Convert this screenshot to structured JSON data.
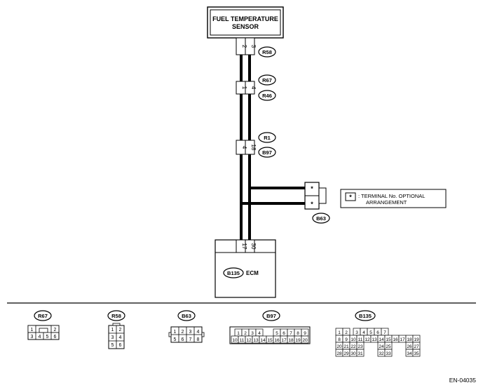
{
  "sensor": {
    "line1": "FUEL TEMPERATURE",
    "line2": "SENSOR"
  },
  "sensor_pins": [
    "2",
    "3"
  ],
  "connector_labels": [
    "R58",
    "R67",
    "R46",
    "R1",
    "B97",
    "B63",
    "B135"
  ],
  "r67_r46_pins": [
    "1",
    "4"
  ],
  "r1_b97_pins": [
    "4",
    "18"
  ],
  "b63_pins": [
    "*",
    "*"
  ],
  "ecm": {
    "label": "ECM",
    "connector": "B135",
    "pins": [
      "17",
      "30"
    ]
  },
  "legend": {
    "symbol": "*",
    "line1": ": TERMINAL No. OPTIONAL",
    "line2": "ARRANGEMENT"
  },
  "faces": {
    "r67": {
      "title": "R67",
      "row1": [
        "1",
        "2"
      ],
      "row2": [
        "3",
        "4",
        "5",
        "6"
      ]
    },
    "r58": {
      "title": "R58",
      "rows": [
        [
          "1",
          "2"
        ],
        [
          "3",
          "4"
        ],
        [
          "5",
          "6"
        ]
      ]
    },
    "b63": {
      "title": "B63",
      "row1": [
        "1",
        "2",
        "3",
        "4"
      ],
      "row2": [
        "5",
        "6",
        "7",
        "8"
      ]
    },
    "b97": {
      "title": "B97",
      "row1": [
        "1",
        "2",
        "3",
        "4",
        "5",
        "6",
        "7",
        "8",
        "9"
      ],
      "row2": [
        "10",
        "11",
        "12",
        "13",
        "14",
        "15",
        "16",
        "17",
        "18",
        "19",
        "20"
      ]
    },
    "b135": {
      "title": "B135",
      "row1": [
        "1",
        "2",
        "3",
        "4",
        "5",
        "6",
        "7"
      ],
      "row2": [
        "8",
        "9",
        "10",
        "11",
        "12",
        "13",
        "14",
        "15",
        "16",
        "17",
        "18",
        "19"
      ],
      "row3": [
        "20",
        "21",
        "22",
        "23",
        "24",
        "25",
        "26",
        "27"
      ],
      "row4": [
        "28",
        "29",
        "30",
        "31",
        "32",
        "33",
        "34",
        "35"
      ]
    }
  },
  "figure_code": "EN-04035"
}
